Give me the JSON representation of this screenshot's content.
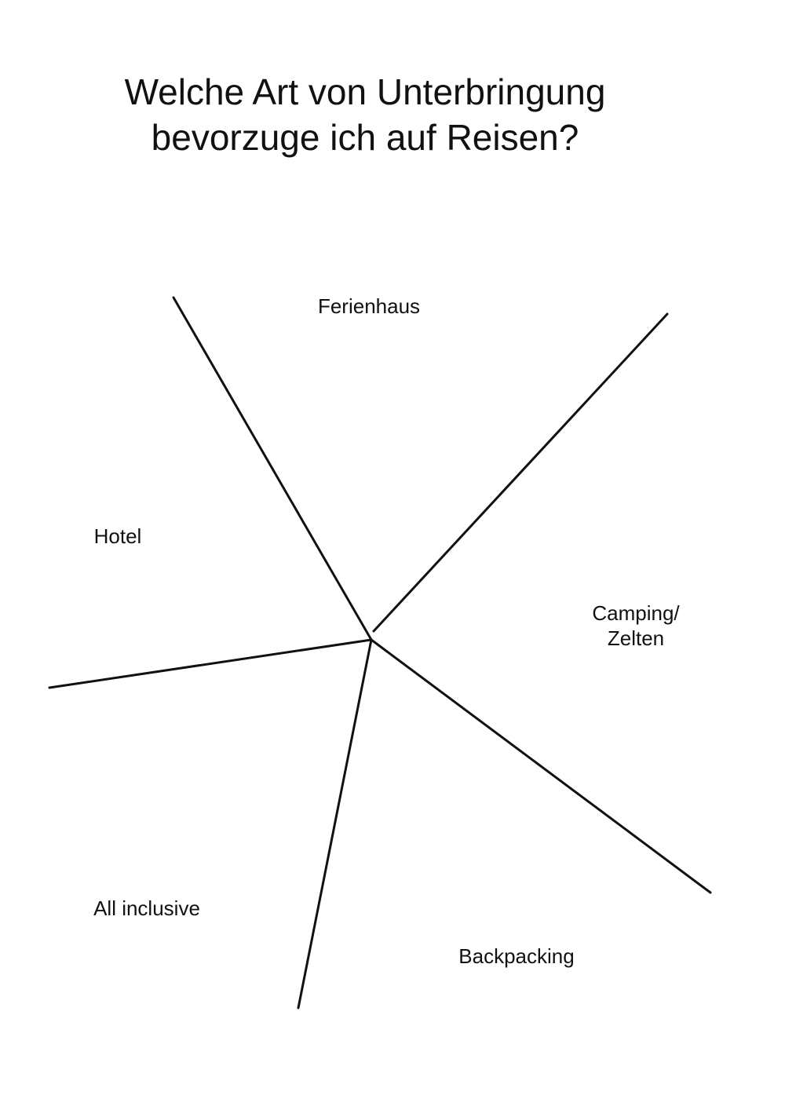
{
  "title": {
    "line1": "Welche Art von Unterbringung",
    "line2": "bevorzuge ich auf Reisen?"
  },
  "segments": {
    "ferienhaus": "Ferienhaus",
    "hotel": "Hotel",
    "camping_line1": "Camping/",
    "camping_line2": "Zelten",
    "all_inclusive": "All inclusive",
    "backpacking": "Backpacking"
  },
  "colors": {
    "line": "#111111",
    "text": "#111111",
    "background": "#ffffff"
  }
}
